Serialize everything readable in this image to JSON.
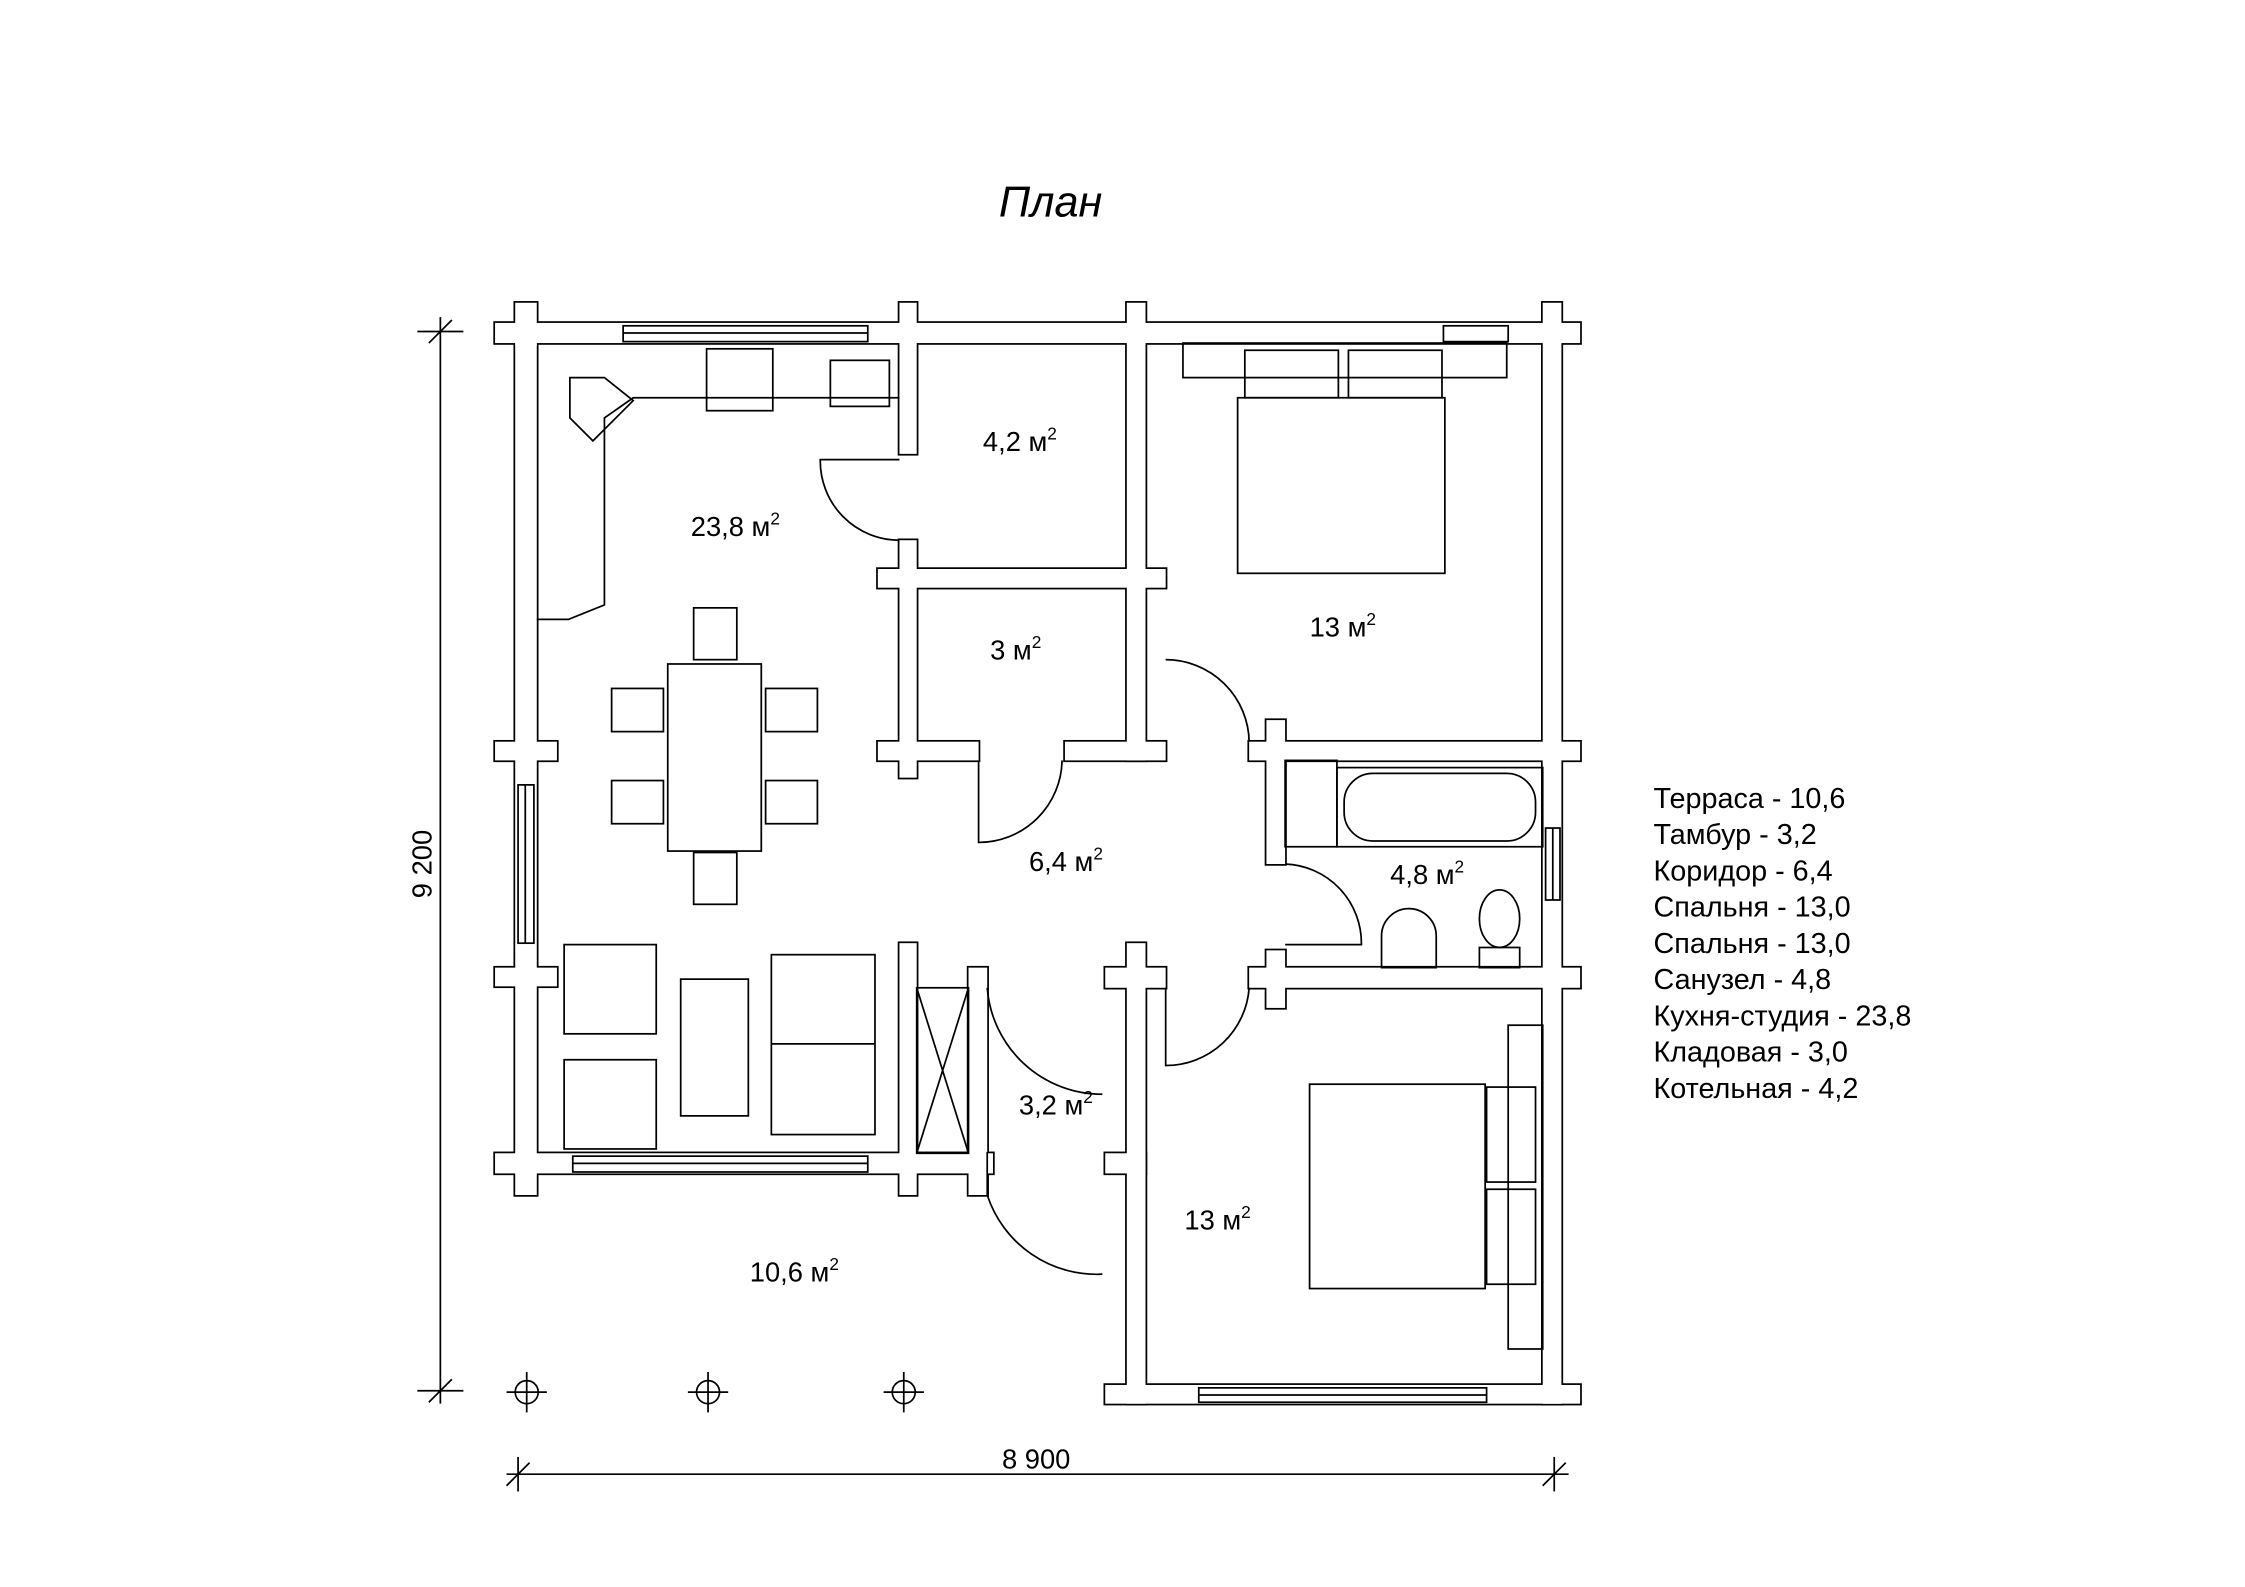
{
  "title": "План",
  "dimensions": {
    "height": "9 200",
    "width": "8 900"
  },
  "rooms": {
    "kitchen": "23,8 м",
    "boiler": "4,2 м",
    "storage": "3 м",
    "corridor": "6,4 м",
    "bedroom1": "13 м",
    "bathroom": "4,8 м",
    "tambour": "3,2 м",
    "bedroom2": "13 м",
    "terrace": "10,6 м",
    "sup": "2"
  },
  "legend": [
    "Терраса - 10,6",
    "Тамбур - 3,2",
    "Коридор - 6,4",
    "Спальня - 13,0",
    "Спальня - 13,0",
    "Санузел - 4,8",
    "Кухня-студия - 23,8",
    "Кладовая - 3,0",
    "Котельная - 4,2"
  ]
}
